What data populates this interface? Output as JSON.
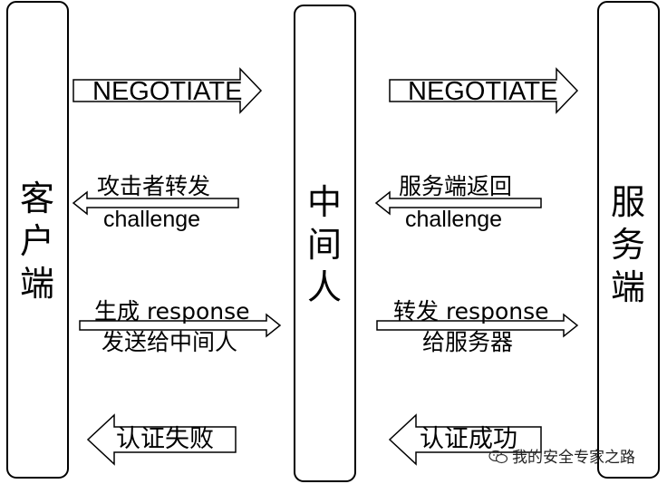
{
  "columns": {
    "client": "客户端",
    "mitm": "中间人",
    "server": "服务端"
  },
  "messages": {
    "negotiate_left": "NEGOTIATE",
    "negotiate_right": "NEGOTIATE",
    "forward_challenge_left": {
      "line1": "攻击者转发",
      "line2": "challenge"
    },
    "return_challenge_right": {
      "line1": "服务端返回",
      "line2": "challenge"
    },
    "generate_response_left": {
      "line1": "生成 response",
      "line2": "发送给中间人"
    },
    "forward_response_right": {
      "line1": "转发 response",
      "line2": "给服务器"
    },
    "auth_fail_left": "认证失败",
    "auth_success_right": "认证成功"
  },
  "watermark": "我的安全专家之路",
  "icons": {
    "watermark": "wechat-icon"
  }
}
